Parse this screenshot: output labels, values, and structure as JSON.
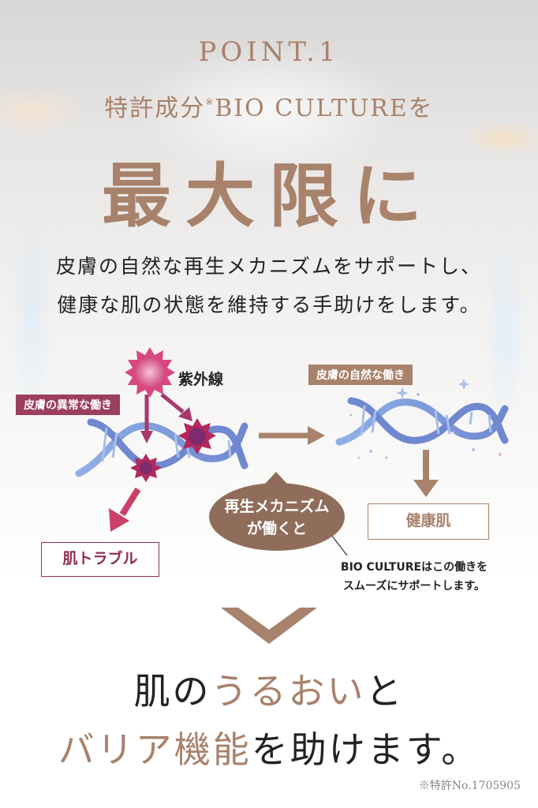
{
  "header": {
    "point_label": "POINT.1",
    "subtitle_main": "特許成分",
    "subtitle_mark": "※",
    "subtitle_rest": "BIO CULTUREを",
    "headline": "最大限に"
  },
  "description": {
    "line1": "皮膚の自然な再生メカニズムをサポートし、",
    "line2": "健康な肌の状態を維持する手助けをします。"
  },
  "diagram": {
    "abnormal_tag": "皮膚の異常な働き",
    "uv_label": "紫外線",
    "natural_tag": "皮膚の自然な働き",
    "result_trouble": "肌トラブル",
    "result_healthy": "健康肌",
    "mechanism_line1": "再生メカニズム",
    "mechanism_line2": "が働くと",
    "note_line1": "BIO CULTUREはこの働きを",
    "note_line2": "スムーズにサポートします。"
  },
  "conclusion": {
    "line1_a": "肌の",
    "line1_b": "うるおい",
    "line1_c": "と",
    "line2_a": "バリア機能",
    "line2_b": "を助けます。"
  },
  "footnote": "※特許No.1705905",
  "colors": {
    "accent_brown": "#a8826b",
    "accent_red": "#9c3e5e",
    "dna_blue": "#7f9fd6"
  }
}
